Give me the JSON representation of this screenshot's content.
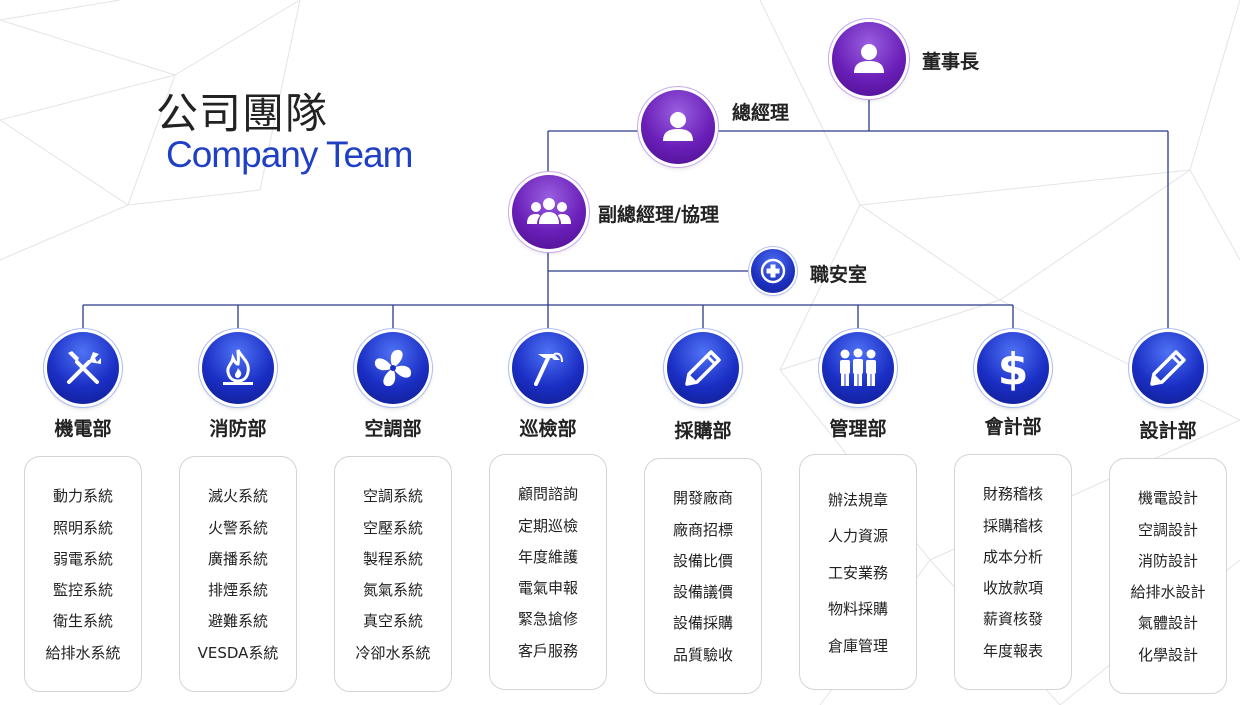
{
  "header": {
    "title_cn": "公司團隊",
    "title_en": "Company Team"
  },
  "executives": {
    "chairman": {
      "label": "董事長",
      "icon": "person-icon"
    },
    "general_manager": {
      "label": "總經理",
      "icon": "person-icon"
    },
    "deputy": {
      "label": "副總經理/協理",
      "icon": "group-icon"
    },
    "safety": {
      "label": "職安室",
      "icon": "medical-cross-icon"
    }
  },
  "departments": [
    {
      "name": "機電部",
      "icon": "tools-icon",
      "items": [
        "動力系統",
        "照明系統",
        "弱電系統",
        "監控系統",
        "衛生系統",
        "給排水系統"
      ]
    },
    {
      "name": "消防部",
      "icon": "flame-icon",
      "items": [
        "滅火系統",
        "火警系統",
        "廣播系統",
        "排煙系統",
        "避難系統",
        "VESDA系統"
      ]
    },
    {
      "name": "空調部",
      "icon": "fan-icon",
      "items": [
        "空調系統",
        "空壓系統",
        "製程系統",
        "氮氣系統",
        "真空系統",
        "冷卻水系統"
      ]
    },
    {
      "name": "巡檢部",
      "icon": "hammer-icon",
      "items": [
        "顧問諮詢",
        "定期巡檢",
        "年度維護",
        "電氣申報",
        "緊急搶修",
        "客戶服務"
      ]
    },
    {
      "name": "採購部",
      "icon": "pencil-icon",
      "items": [
        "開發廠商",
        "廠商招標",
        "設備比價",
        "設備議價",
        "設備採購",
        "品質驗收"
      ]
    },
    {
      "name": "管理部",
      "icon": "people-icon",
      "items": [
        "辦法規章",
        "人力資源",
        "工安業務",
        "物料採購",
        "倉庫管理"
      ]
    },
    {
      "name": "會計部",
      "icon": "dollar-icon",
      "items": [
        "財務稽核",
        "採購稽核",
        "成本分析",
        "收放款項",
        "薪資核發",
        "年度報表"
      ]
    },
    {
      "name": "設計部",
      "icon": "pencil-icon",
      "items": [
        "機電設計",
        "空調設計",
        "消防設計",
        "給排水設計",
        "氣體設計",
        "化學設計"
      ]
    }
  ],
  "colors": {
    "exec_purple": "#6a1fb8",
    "dept_blue": "#1a2ec4",
    "title_blue": "#1f3fc4",
    "connector": "#2a3a8a"
  }
}
